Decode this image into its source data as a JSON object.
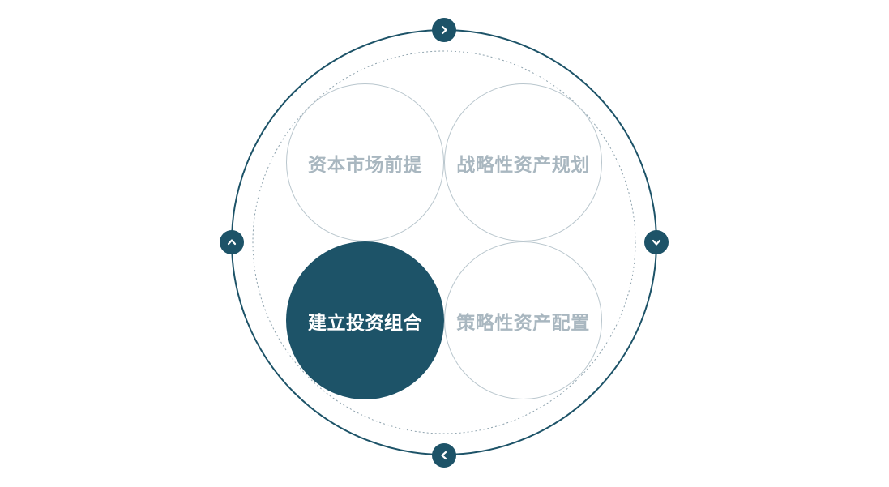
{
  "colors": {
    "accent": "#1d5368",
    "inactive_text": "#a9b7c0",
    "inactive_border": "#b9c6cd",
    "dotted_ring": "#8fa3ae"
  },
  "nodes": {
    "top_left": {
      "label": "资本市场前提",
      "state": "inactive"
    },
    "top_right": {
      "label": "战略性资产规划",
      "state": "inactive"
    },
    "bottom_left": {
      "label": "建立投资组合",
      "state": "active"
    },
    "bottom_right": {
      "label": "策略性资产配置",
      "state": "inactive"
    }
  },
  "nav_buttons": {
    "top": {
      "icon": "chevron-right-icon"
    },
    "right": {
      "icon": "chevron-down-icon"
    },
    "bottom": {
      "icon": "chevron-left-icon"
    },
    "left": {
      "icon": "chevron-up-icon"
    }
  }
}
